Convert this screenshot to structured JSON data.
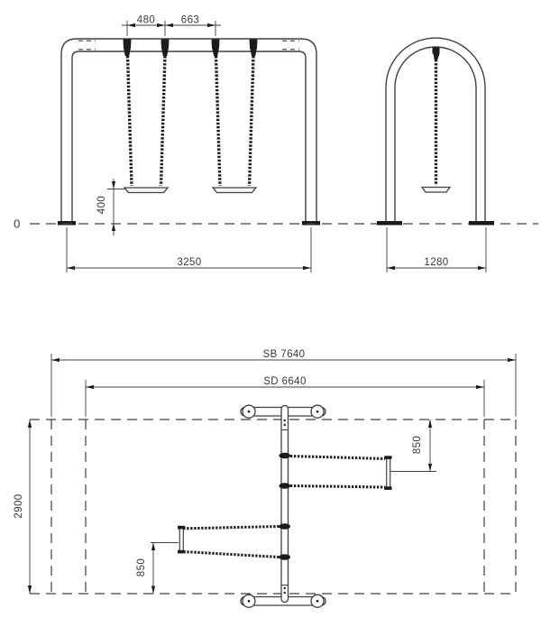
{
  "colors": {
    "line": "#404040",
    "dark": "#1b1b1b",
    "text": "#383838",
    "background": "#ffffff"
  },
  "front_view": {
    "dim_chain_spacing": "480",
    "dim_swing_gap": "663",
    "dim_seat_height": "400",
    "dim_frame_width": "3250",
    "ground_level_label": "0"
  },
  "side_view": {
    "dim_frame_depth": "1280"
  },
  "plan_view": {
    "dim_safety_zone": "SB 7640",
    "dim_impact_zone": "SD 6640",
    "dim_zone_depth": "2900",
    "dim_seat_offset_right": "850",
    "dim_seat_offset_left": "850"
  }
}
